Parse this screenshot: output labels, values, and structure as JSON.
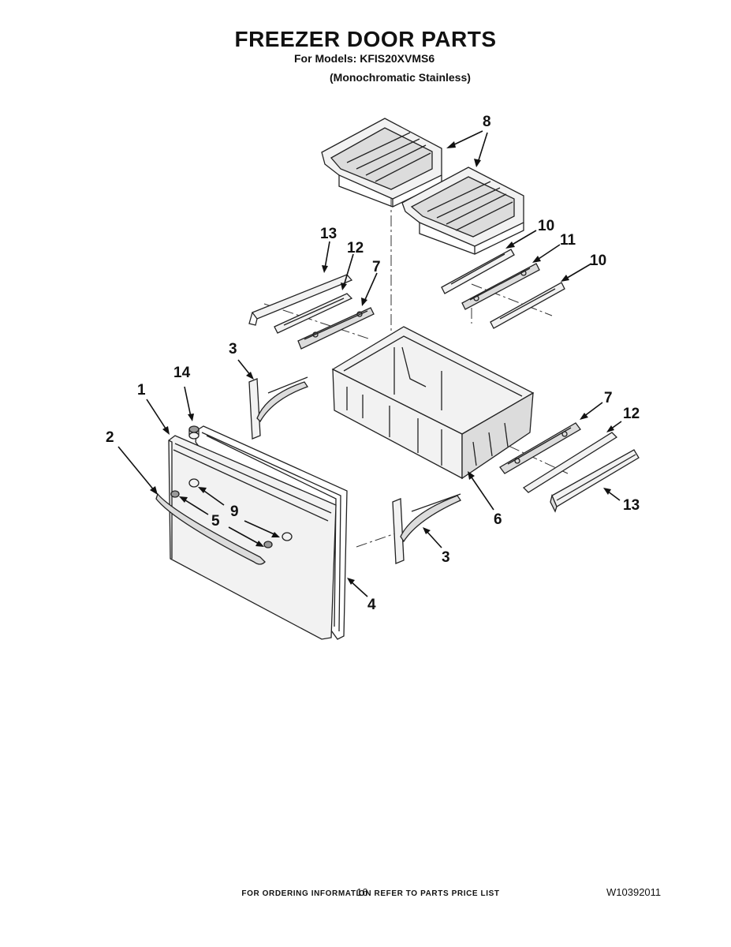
{
  "header": {
    "title": "FREEZER DOOR PARTS",
    "models": "For Models: KFIS20XVMS6",
    "variant": "(Monochromatic Stainless)"
  },
  "callouts": {
    "c1": "1",
    "c2": "2",
    "c3a": "3",
    "c3b": "3",
    "c4": "4",
    "c5": "5",
    "c6": "6",
    "c7a": "7",
    "c7b": "7",
    "c8": "8",
    "c9": "9",
    "c10a": "10",
    "c10b": "10",
    "c11": "11",
    "c12a": "12",
    "c12b": "12",
    "c13a": "13",
    "c13b": "13",
    "c14": "14"
  },
  "footer": {
    "ordering_note": "FOR ORDERING INFORMATION REFER TO PARTS PRICE LIST",
    "page_number": "16",
    "document_number": "W10392011"
  }
}
